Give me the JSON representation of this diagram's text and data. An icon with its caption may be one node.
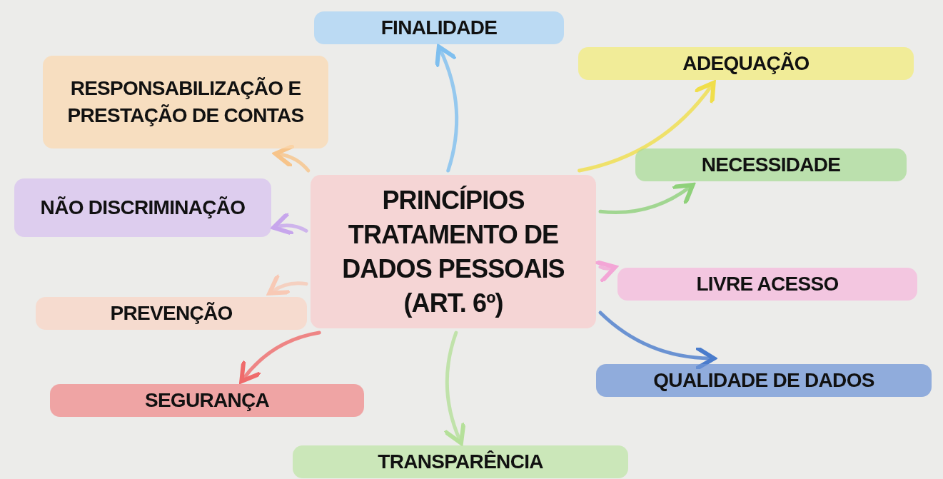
{
  "diagram": {
    "nodes": [
      {
        "text": [
          "PRINCÍPIOS TRATAMENTO DE DADOS PESSOAIS (ART. 6º)"
        ]
      },
      {
        "text": [
          "FINALIDADE"
        ]
      },
      {
        "text": [
          "RESPONSABILIZAÇÃO E PRESTAÇÃO DE CONTAS"
        ]
      },
      {
        "text": [
          "ADEQUAÇÃO"
        ]
      },
      {
        "text": [
          "NECESSIDADE"
        ]
      },
      {
        "text": [
          "NÃO DISCRIMINAÇÃO"
        ]
      },
      {
        "text": [
          "LIVRE ACESSO"
        ]
      },
      {
        "text": [
          "PREVENÇÃO"
        ]
      },
      {
        "text": [
          "QUALIDADE DE DADOS"
        ]
      },
      {
        "text": [
          "SEGURANÇA"
        ]
      },
      {
        "text": [
          "TRANSPARÊNCIA"
        ]
      }
    ],
    "edges": [
      {
        "from": 0,
        "to": 1,
        "arrow": "to",
        "color": "#7fbfef"
      },
      {
        "from": 0,
        "to": 2,
        "arrow": "to",
        "color": "#f7c48a"
      },
      {
        "from": 0,
        "to": 3,
        "arrow": "to",
        "color": "#f0de4a"
      },
      {
        "from": 0,
        "to": 4,
        "arrow": "to",
        "color": "#8fd17a"
      },
      {
        "from": 0,
        "to": 5,
        "arrow": "to",
        "color": "#c7a6ec"
      },
      {
        "from": 0,
        "to": 6,
        "arrow": "to",
        "color": "#f3a6d6"
      },
      {
        "from": 0,
        "to": 7,
        "arrow": "to",
        "color": "#f8c9b5"
      },
      {
        "from": 0,
        "to": 8,
        "arrow": "to",
        "color": "#4a7ccc"
      },
      {
        "from": 0,
        "to": 9,
        "arrow": "to",
        "color": "#ef6b6b"
      },
      {
        "from": 0,
        "to": 10,
        "arrow": "to",
        "color": "#b5e09a"
      }
    ]
  }
}
